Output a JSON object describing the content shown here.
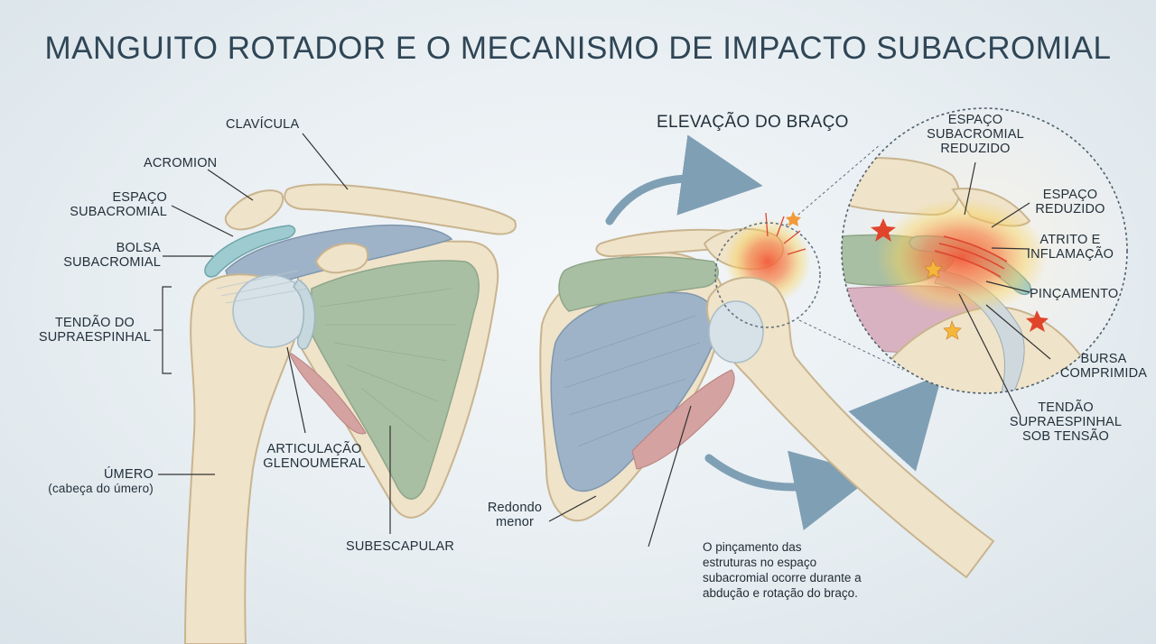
{
  "title": "MANGUITO ROTADOR E O MECANISMO DE IMPACTO SUBACROMIAL",
  "left_labels": {
    "clavicula": "CLAVÍCULA",
    "acromion": "ACROMION",
    "espaco_l1": "ESPAÇO",
    "espaco_l2": "SUBACROMIAL",
    "bolsa_l1": "BOLSA",
    "bolsa_l2": "SUBACROMIAL",
    "tendao_l1": "TENDÃO DO",
    "tendao_l2": "SUPRAESPINHAL",
    "articulacao_l1": "ARTICULAÇÃO",
    "articulacao_l2": "GLENOUMERAL",
    "umero_l1": "ÚMERO",
    "umero_l2": "(cabeça do úmero)",
    "subescapular": "SUBESCAPULAR"
  },
  "right_labels": {
    "elevacao": "ELEVAÇÃO DO BRAÇO",
    "redondo_l1": "Redondo",
    "redondo_l2": "menor",
    "note_l1": "O pinçamento das",
    "note_l2": "estruturas no espaço",
    "note_l3": "subacromial ocorre durante a",
    "note_l4": "abdução e rotação do braço."
  },
  "zoom_labels": {
    "espaco_red_l1": "ESPAÇO",
    "espaco_red_l2": "SUBACROMIAL",
    "espaco_red_l3": "REDUZIDO",
    "espaco_reduzido_l1": "ESPAÇO",
    "espaco_reduzido_l2": "REDUZIDO",
    "atrito_l1": "ATRITO E",
    "atrito_l2": "INFLAMAÇÃO",
    "pincamento": "PINÇAMENTO",
    "bursa_l1": "BURSA",
    "bursa_l2": "COMPRIMIDA",
    "tendao_l1": "TENDÃO",
    "tendao_l2": "SUPRAESPINHAL",
    "tendao_l3": "SOB TENSÃO"
  },
  "colors": {
    "bone": "#efe3c9",
    "bone_outline": "#c9b48f",
    "muscle_green": "#a9bfa3",
    "muscle_blue": "#9fb3c8",
    "muscle_red": "#d4a2a0",
    "bursa": "#9ecbcf",
    "inflammation": "#f25a3a",
    "arrow": "#7f9fb4",
    "title": "#2f4656"
  }
}
